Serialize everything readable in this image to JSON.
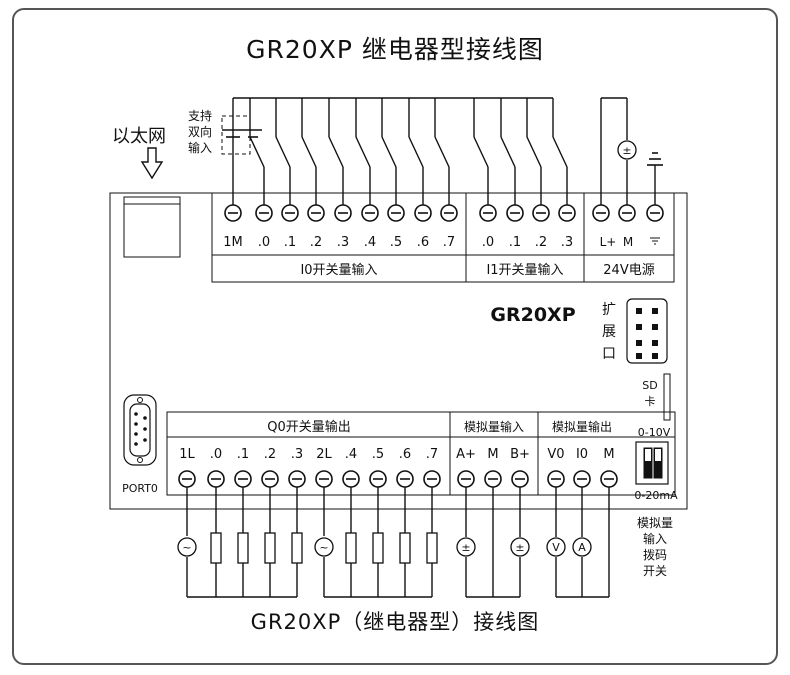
{
  "title": "GR20XP 继电器型接线图",
  "subtitle": "GR20XP（继电器型）接线图",
  "model": "GR20XP",
  "ethernet_label": "以太网",
  "bidirectional_label": [
    "支持",
    "双向",
    "输入"
  ],
  "i0_group": {
    "label": "I0开关量输入",
    "terminals": [
      "1M",
      ".0",
      ".1",
      ".2",
      ".3",
      ".4",
      ".5",
      ".6",
      ".7"
    ]
  },
  "i1_group": {
    "label": "I1开关量输入",
    "terminals": [
      ".0",
      ".1",
      ".2",
      ".3"
    ]
  },
  "power_group": {
    "label": "24V电源",
    "terminals": [
      "L+",
      "M",
      "⏚"
    ]
  },
  "expansion_label": [
    "扩",
    "展",
    "口"
  ],
  "sd_label": [
    "SD",
    "卡"
  ],
  "dip": {
    "top_label": "0-10V",
    "bottom_label": "0-20mA",
    "caption": [
      "模拟量",
      "输入",
      "拨码",
      "开关"
    ]
  },
  "q0_group": {
    "label": "Q0开关量输出",
    "terminals": [
      "1L",
      ".0",
      ".1",
      ".2",
      ".3",
      "2L",
      ".4",
      ".5",
      ".6",
      ".7"
    ]
  },
  "ai_group": {
    "label": "模拟量输入",
    "terminals": [
      "A+",
      "M",
      "B+"
    ]
  },
  "ao_group": {
    "label": "模拟量输出",
    "terminals": [
      "V0",
      "I0",
      "M"
    ]
  },
  "port_label": "PORT0",
  "symbols": {
    "ac_source": "~",
    "dc_source": "±",
    "voltmeter": "V",
    "ammeter": "A"
  }
}
